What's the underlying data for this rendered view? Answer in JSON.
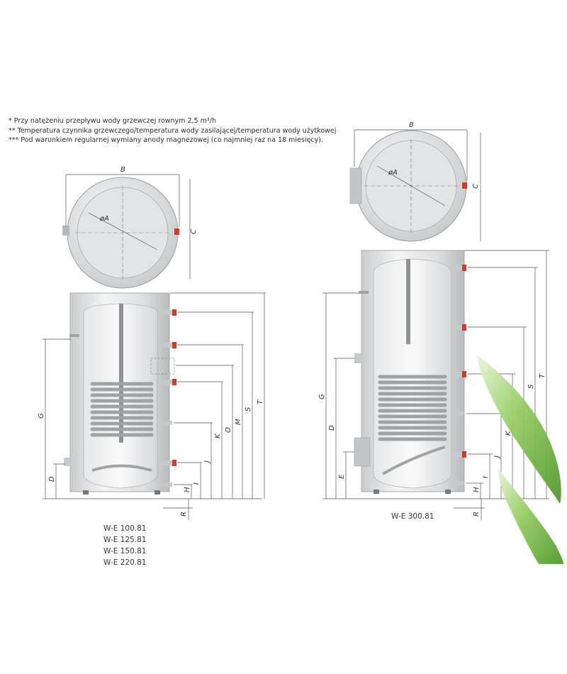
{
  "notes": [
    "*   Przy natężeniu przepływu wody grzewczej rownym 2,5 m³/h",
    "**  Temperatura czynnika grzewczego/temperatura wody zasilającej/temperatura wody użytkowej",
    "*** Pod warunkiem regularnej wymiany anody magnezowej (co najmniej raz na 18 miesięcy)."
  ],
  "left_models": [
    "W-E 100.81",
    "W-E 125.81",
    "W-E 150.81",
    "W-E 220.81"
  ],
  "right_model": "W-E 300.81",
  "dimension_labels": {
    "B": "B",
    "C": "C",
    "oA": "øA",
    "G": "G",
    "D": "D",
    "E": "E",
    "H": "H",
    "I": "I",
    "J": "J",
    "K": "K",
    "O": "O",
    "M": "M",
    "S": "S",
    "T": "T",
    "R": "R"
  },
  "colors": {
    "tank_body": "#d8dadb",
    "tank_light": "#f2f3f3",
    "coil": "#9ea3a6",
    "connector_red": "#d23a2a",
    "leaf": "#7fbf4a"
  }
}
